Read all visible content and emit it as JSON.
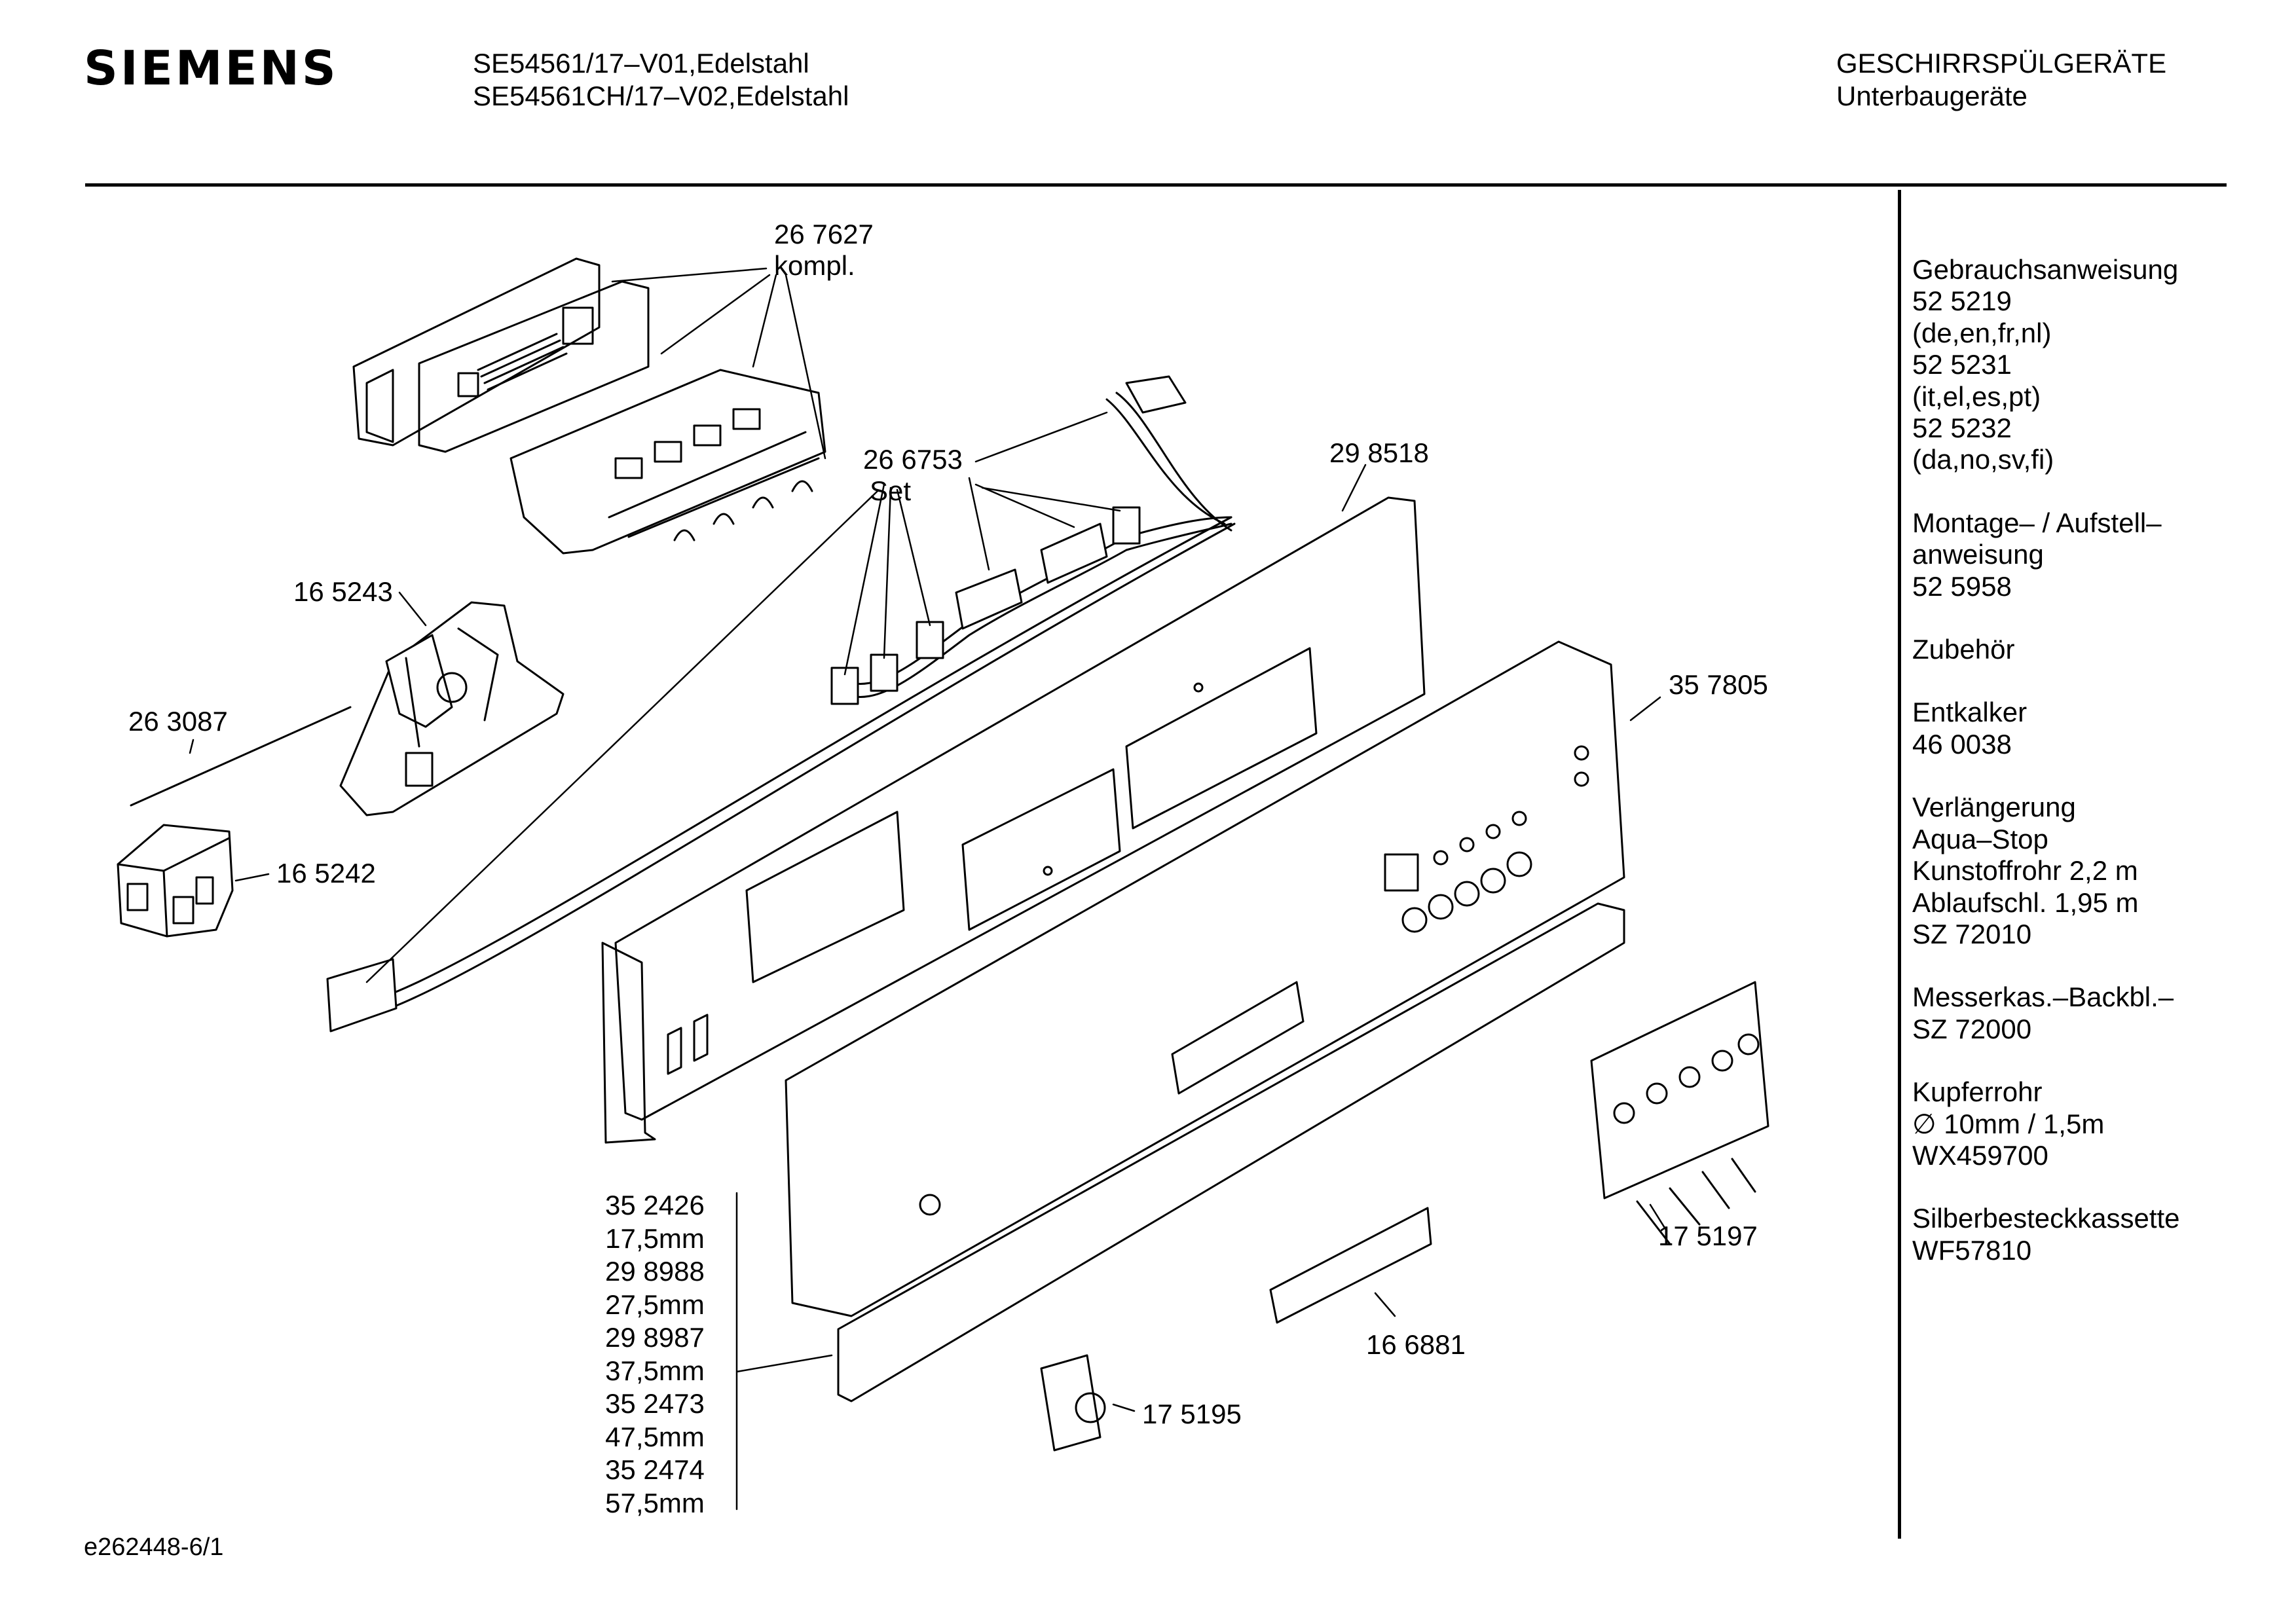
{
  "header": {
    "brand": "SIEMENS",
    "model_line_1": "SE54561/17–V01,Edelstahl",
    "model_line_2": "SE54561CH/17–V02,Edelstahl",
    "category": "GESCHIRRSPÜLGERÄTE",
    "subcategory": "Unterbaugeräte"
  },
  "sidebar": {
    "groups": [
      {
        "lines": [
          "Gebrauchsanweisung",
          "52 5219",
          "(de,en,fr,nl)",
          "52 5231",
          "(it,el,es,pt)",
          "52 5232",
          "(da,no,sv,fi)"
        ]
      },
      {
        "lines": [
          "Montage– / Aufstell–",
          "anweisung",
          "52 5958"
        ]
      },
      {
        "lines": [
          "Zubehör"
        ]
      },
      {
        "lines": [
          "Entkalker",
          "46 0038"
        ]
      },
      {
        "lines": [
          "Verlängerung",
          "Aqua–Stop",
          "Kunstoffrohr 2,2 m",
          "Ablaufschl. 1,95 m",
          "SZ 72010"
        ]
      },
      {
        "lines": [
          "Messerkas.–Backbl.–",
          "SZ 72000"
        ]
      },
      {
        "lines": [
          "Kupferrohr",
          "∅ 10mm / 1,5m",
          "WX459700"
        ]
      },
      {
        "lines": [
          "Silberbesteckkassette",
          "WF57810"
        ]
      }
    ]
  },
  "parts": {
    "p267627": [
      "26 7627",
      "kompl."
    ],
    "p266753": [
      "26 6753",
      "Set"
    ],
    "p298518": "29 8518",
    "p165243": "16 5243",
    "p263087": "26 3087",
    "p165242": "16 5242",
    "p357805": "35 7805",
    "p175197": "17 5197",
    "p166881": "16 6881",
    "p175195": "17 5195",
    "p_strip_list": [
      "35 2426",
      "17,5mm",
      "29 8988",
      "27,5mm",
      "29 8987",
      "37,5mm",
      "35 2473",
      "47,5mm",
      "35 2474",
      "57,5mm"
    ]
  },
  "footer": {
    "drawing_id": "e262448-6/1"
  }
}
